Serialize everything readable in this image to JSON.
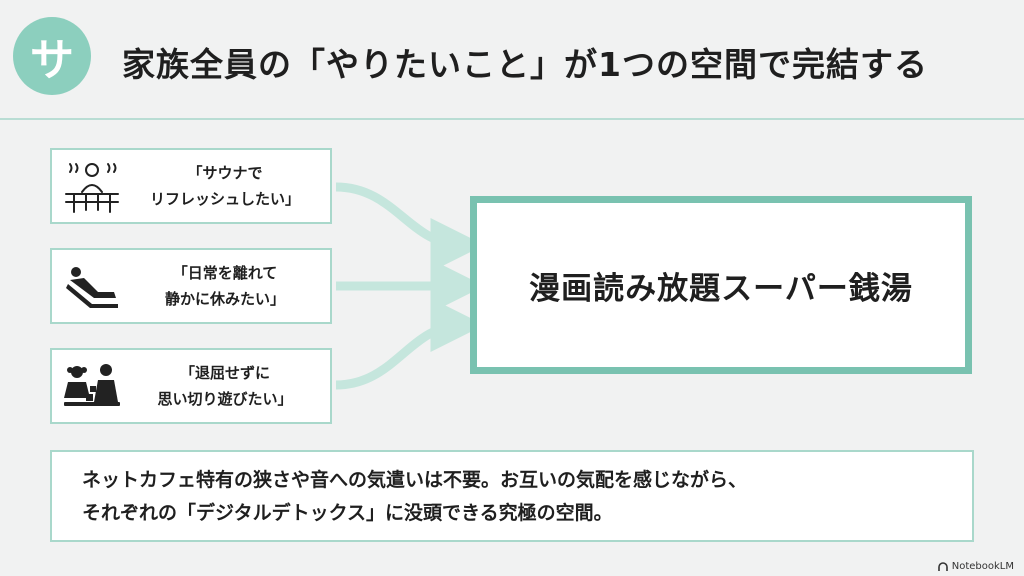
{
  "header": {
    "badge": "サ",
    "title": "家族全員の「やりたいこと」が1つの空間で完結する"
  },
  "cards": [
    {
      "icon": "sauna-person-icon",
      "quote": "「サウナで\nリフレッシュしたい」"
    },
    {
      "icon": "reclining-person-icon",
      "quote": "「日常を離れて\n静かに休みたい」"
    },
    {
      "icon": "children-playing-icon",
      "quote": "「退屈せずに\n思い切り遊びたい」"
    }
  ],
  "target": {
    "label": "漫画読み放題スーパー銭湯"
  },
  "summary": {
    "line1": "ネットカフェ特有の狭さや音への気遣いは不要。お互いの気配を感じながら、",
    "line2": "それぞれの「デジタルデトックス」に没頭できる究極の空間。"
  },
  "footer": {
    "brand": "NotebookLM"
  },
  "colors": {
    "accent": "#79c2b0",
    "badge": "#8ccfbe",
    "card_border": "#a9d8cb",
    "arrow": "#c5e6dd",
    "background": "#f1f2f2"
  }
}
